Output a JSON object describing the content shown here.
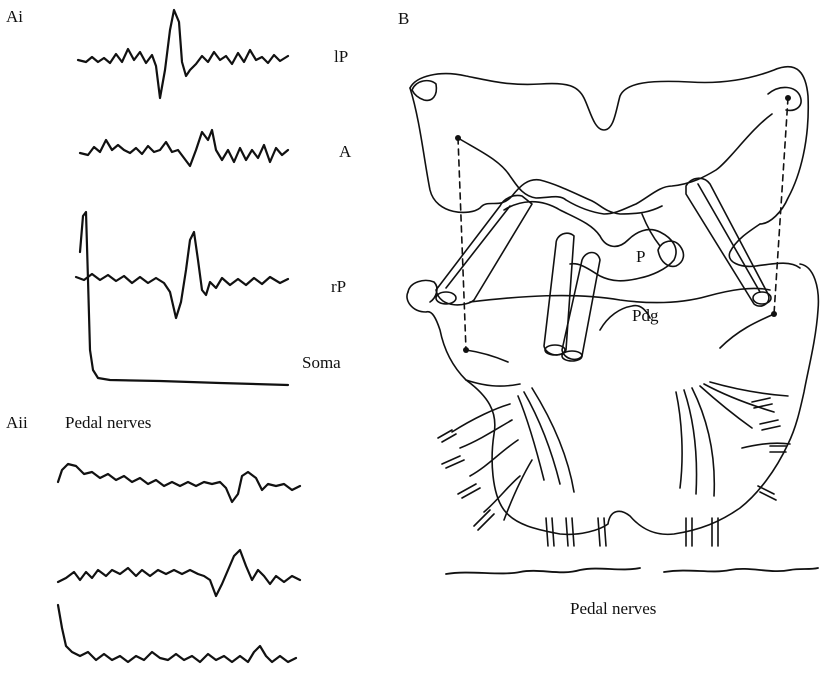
{
  "panels": {
    "ai": {
      "label": "Ai",
      "traces": [
        {
          "label": "lP"
        },
        {
          "label": "A"
        },
        {
          "label": "rP"
        },
        {
          "label": "Soma"
        }
      ]
    },
    "aii": {
      "label": "Aii",
      "title": "Pedal nerves"
    },
    "b": {
      "label": "B",
      "regions": [
        "P",
        "Pdg"
      ],
      "caption": "Pedal nerves"
    }
  },
  "colors": {
    "ink": "#111111",
    "background": "#ffffff"
  }
}
